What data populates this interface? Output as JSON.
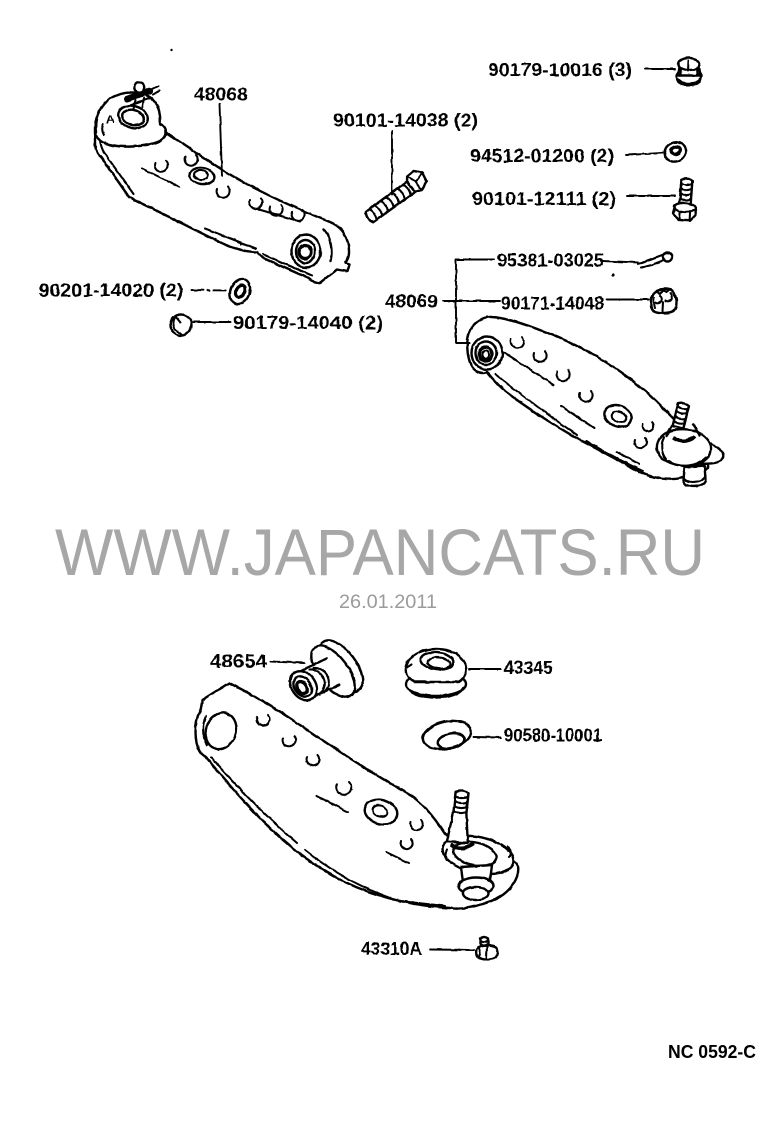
{
  "document": {
    "kind": "scanned parts catalog diagram",
    "drawing_code": "NC 0592-C",
    "view_marker": "A",
    "watermark": {
      "site": "WWW.JAPANCATS.RU",
      "date": "26.01.2011"
    },
    "colors": {
      "ink": "#000000",
      "background": "#ffffff",
      "watermark": "#a7a7a7",
      "watermark_date": "#9b9b9b"
    }
  },
  "labels": [
    {
      "part": "48068",
      "text": "48068"
    },
    {
      "part": "90179-10016",
      "text": "90179-10016 (3)"
    },
    {
      "part": "90101-14038",
      "text": "90101-14038 (2)"
    },
    {
      "part": "94512-01200",
      "text": "94512-01200 (2)"
    },
    {
      "part": "90101-12111",
      "text": "90101-12111 (2)"
    },
    {
      "part": "95381-03025",
      "text": "95381-03025"
    },
    {
      "part": "48069",
      "text": "48069"
    },
    {
      "part": "90171-14048",
      "text": "90171-14048"
    },
    {
      "part": "90201-14020",
      "text": "90201-14020 (2)"
    },
    {
      "part": "90179-14040",
      "text": "90179-14040 (2)"
    },
    {
      "part": "48654",
      "text": "48654"
    },
    {
      "part": "43345",
      "text": "43345"
    },
    {
      "part": "90580-10001",
      "text": "90580-10001"
    },
    {
      "part": "43310A",
      "text": "43310A"
    }
  ]
}
